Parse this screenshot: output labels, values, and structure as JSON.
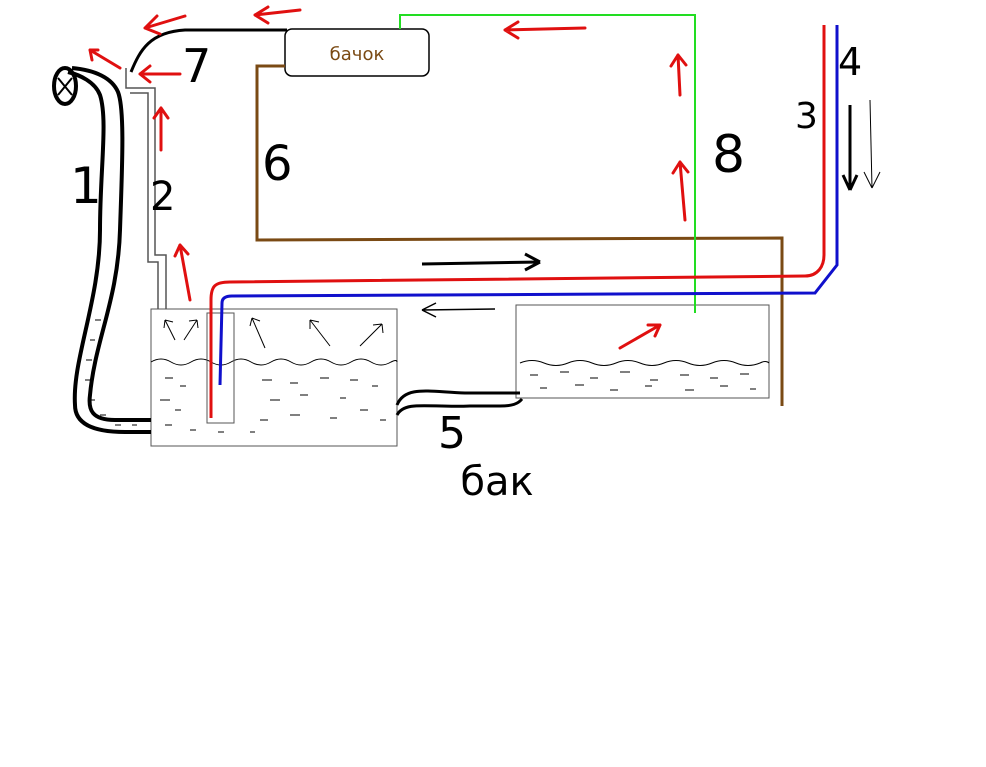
{
  "labels": {
    "tank_small": "бачок",
    "tank_main": "бак",
    "n1": "1",
    "n2": "2",
    "n3": "3",
    "n4": "4",
    "n5": "5",
    "n6": "6",
    "n7": "7",
    "n8": "8"
  },
  "colors": {
    "hot": "#e01010",
    "cold": "#1010cc",
    "return": "#7a4a14",
    "overflow": "#22dd22",
    "pipe": "#000000",
    "label_small_tank": "#7a4a14"
  }
}
